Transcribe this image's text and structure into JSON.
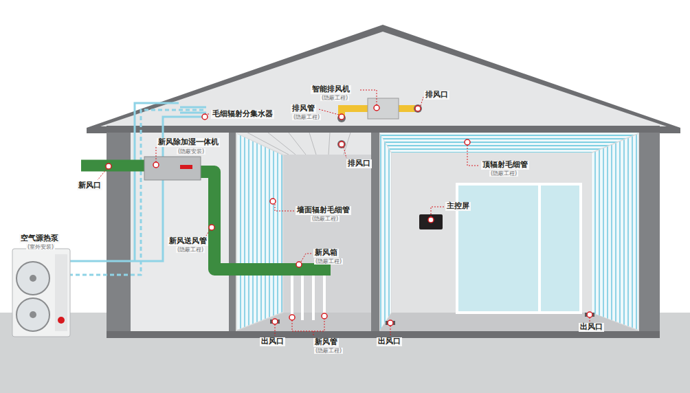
{
  "diagram": {
    "labels": [
      "智能排风机",
      "(隐蔽工程)",
      "排风口",
      "排风管",
      "(隐蔽工程)",
      "毛细辐射分集水器",
      "新风除加湿一体机",
      "(隐蔽安装)",
      "排风口",
      "顶辐射毛细管",
      "(隐蔽工程)",
      "新风口",
      "墙面辐射毛细管",
      "(隐蔽工程)",
      "主控屏",
      "空气源热泵",
      "(室外安装)",
      "新风送风管",
      "(隐蔽工程)",
      "新风箱",
      "(隐蔽工程)",
      "出风口",
      "新风管",
      "(隐蔽工程)",
      "出风口",
      "出风口"
    ]
  }
}
